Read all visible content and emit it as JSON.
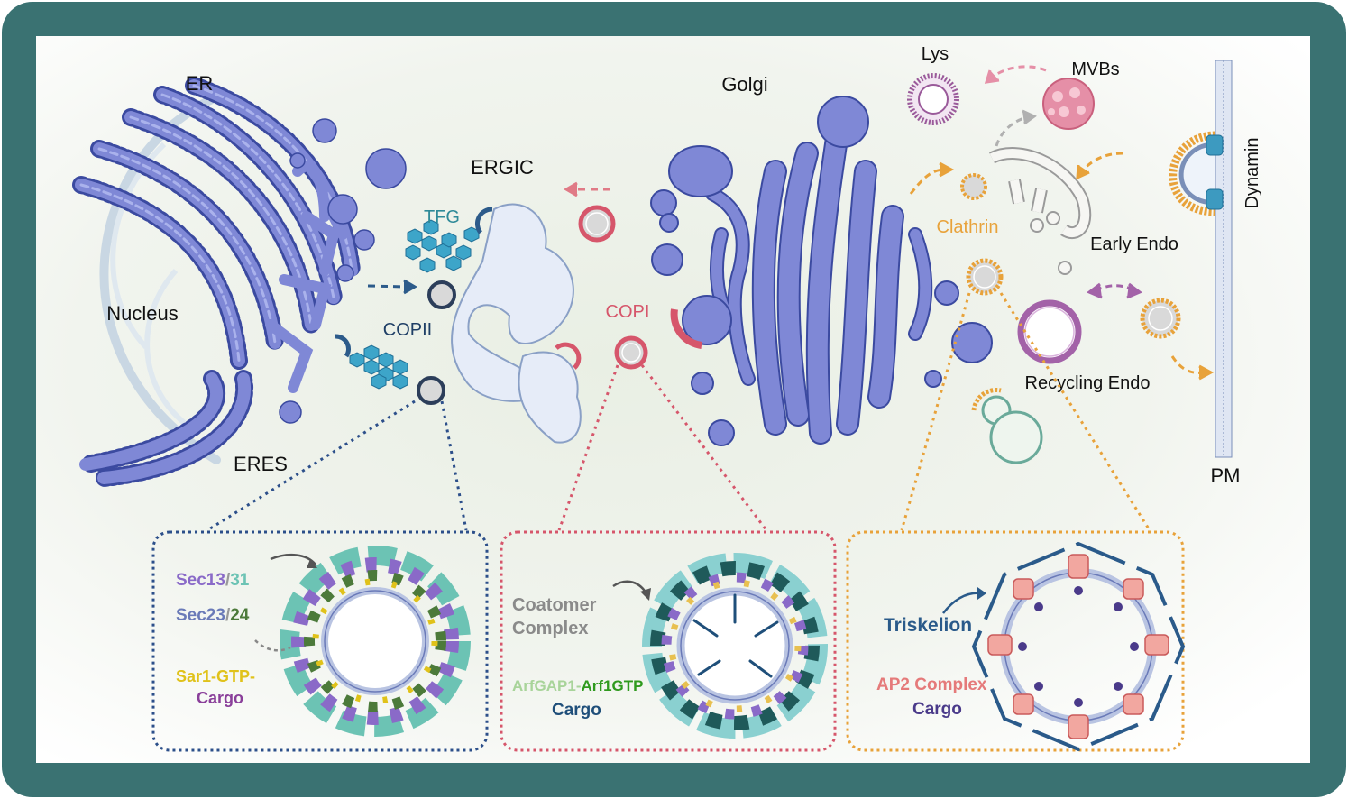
{
  "labels": {
    "er": "ER",
    "nucleus": "Nucleus",
    "eres": "ERES",
    "tfg": "TFG",
    "copii": "COPII",
    "ergic": "ERGIC",
    "copi": "COPI",
    "golgi": "Golgi",
    "lys": "Lys",
    "mvbs": "MVBs",
    "clathrin": "Clathrin",
    "early_endo": "Early Endo",
    "recycling_endo": "Recycling Endo",
    "dynamin": "Dynamin",
    "pm": "PM"
  },
  "insets": {
    "copii": {
      "sec13": "Sec13",
      "sep1": "/",
      "sec31": "31",
      "sec23": "Sec23",
      "sep2": "/",
      "sec24": "24",
      "sar1": "Sar1-GTP-",
      "cargo": "Cargo"
    },
    "copi": {
      "coatomer1": "Coatomer",
      "coatomer2": "Complex",
      "arfgap1": "ArfGAP1-",
      "arf1gtp": "Arf1GTP",
      "cargo": "Cargo"
    },
    "clathrin": {
      "triskelion": "Triskelion",
      "ap2": "AP2 Complex",
      "cargo": "Cargo"
    }
  },
  "colors": {
    "frame": "#3a7272",
    "er": "#7f88d6",
    "er_dark": "#3b4aa0",
    "copii": "#2c5b8a",
    "copi": "#d6566b",
    "clathrin": "#e8a23a",
    "lys": "#9a5a9a",
    "mvb": "#e58fa7",
    "recycling": "#a362a8",
    "early_endo": "#9a9a9a",
    "sec13": "#8a6ac8",
    "sec31": "#6cc3b4",
    "sec23": "#6a7ab8",
    "sec24": "#4c7a3a",
    "sar1": "#e0c21a",
    "cargo_purple": "#8a3f9a",
    "coatomer": "#8a8a8a",
    "arfgap1": "#a8d49a",
    "arf1gtp": "#2f9a1e",
    "cargo_blue": "#1f4f7a",
    "triskelion": "#2a5a8a",
    "ap2": "#e57a7a",
    "cargo_dark": "#4a3a8a"
  }
}
